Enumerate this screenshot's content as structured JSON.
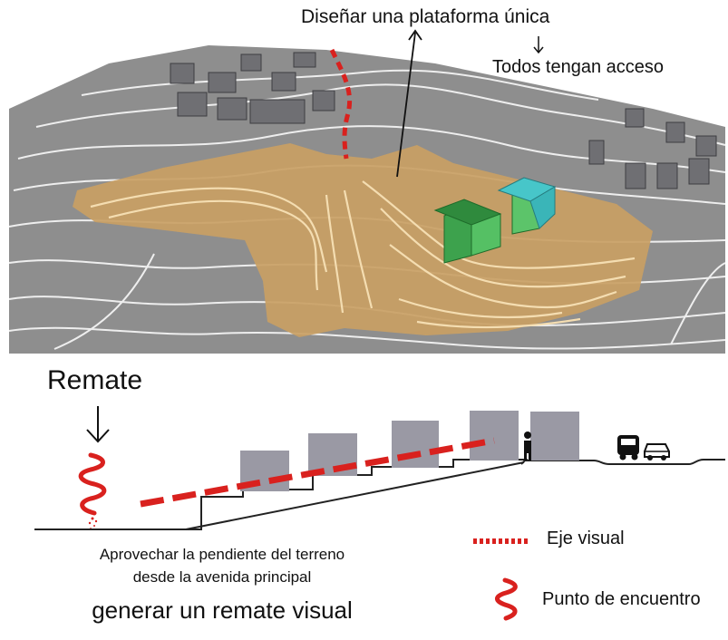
{
  "annotations": {
    "top_title": "Diseñar una plataforma única",
    "top_note": "Todos tengan acceso",
    "remate_label": "Remate"
  },
  "captions": {
    "line1": "Aprovechar la pendiente del terreno",
    "line2": "desde la avenida principal",
    "line3": "generar un remate visual"
  },
  "legend": {
    "visual_axis": "Eje visual",
    "meeting_point": "Punto de encuentro"
  },
  "colors": {
    "platform": "#c9a064",
    "terrain": "#8e8e8e",
    "buildings": "#6f6f73",
    "green_block": "#4fbf5f",
    "cyan_block": "#47c6c9",
    "axis_red": "#d9211e",
    "section_blocks": "#9a99a4"
  }
}
